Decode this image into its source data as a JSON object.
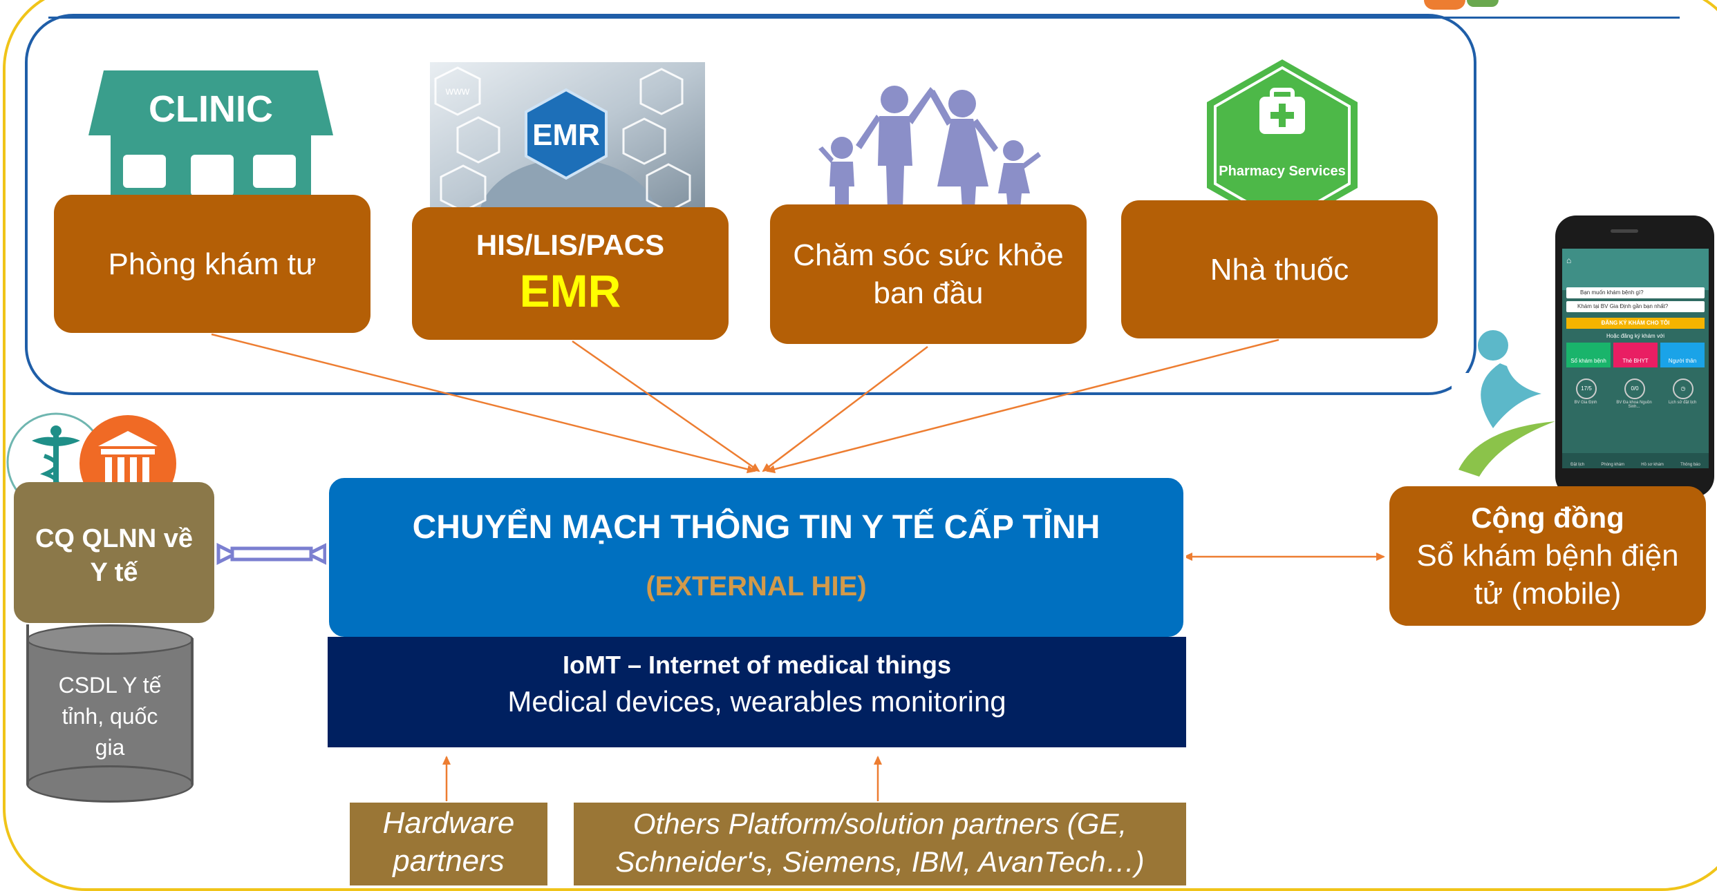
{
  "top_boxes": [
    {
      "label": "Phòng khám tư"
    },
    {
      "title": "HIS/LIS/PACS",
      "subtitle": "EMR"
    },
    {
      "line1": "Chăm sóc sức khỏe",
      "line2": "ban đầu"
    },
    {
      "label": "Nhà thuốc"
    }
  ],
  "icons": {
    "clinic_sign": "CLINIC",
    "emr_badge": "EMR",
    "emr_www": "www",
    "pharmacy_label": "Pharmacy Services"
  },
  "hub": {
    "title": "CHUYỂN MẠCH THÔNG TIN Y TẾ CẤP TỈNH",
    "subtitle": "(EXTERNAL HIE)",
    "iomt_title": "IoMT – Internet of medical things",
    "iomt_desc": "Medical devices, wearables monitoring"
  },
  "left": {
    "agency": "CQ QLNN về Y tế",
    "db_line1": "CSDL Y tế",
    "db_line2": "tỉnh, quốc",
    "db_line3": "gia"
  },
  "right": {
    "title": "Cộng đồng",
    "line1": "Sổ khám bệnh điện",
    "line2": "tử (mobile)"
  },
  "phone": {
    "search_placeholder": "Bạn muốn khám bệnh gì?",
    "location_text": "Khám tại BV Gia Định gần bạn nhất?",
    "cta": "ĐĂNG KÝ KHÁM CHO TÔI",
    "or_text": "Hoặc đăng ký khám với",
    "tiles": [
      "Sổ khám bệnh",
      "Thẻ BHYT",
      "Người thân"
    ],
    "stats": [
      "17/5",
      "0/0"
    ],
    "stat_labels": [
      "BV Gia Định",
      "BV Đa khoa Nguồn Sinh...",
      "Lịch sử đặt lịch"
    ],
    "nav": [
      "Đặt lịch",
      "Phòng khám",
      "Hồ sơ khám",
      "Thông báo"
    ]
  },
  "partners": {
    "hardware": "Hardware partners",
    "others_line1": "Others Platform/solution partners (GE,",
    "others_line2": "Schneider's, Siemens, IBM, AvanTech…)"
  },
  "colors": {
    "brown": "#b45f06",
    "olive": "#8b7849",
    "hub_blue": "#0070c0",
    "navy": "#002060",
    "partner_brown": "#9a7636",
    "arrow_orange": "#ed7d31",
    "frame_yellow": "#f0c419",
    "frame_blue": "#1f5ea8",
    "emr_yellow": "#ffff00",
    "hie_gold": "#d39a4a"
  }
}
